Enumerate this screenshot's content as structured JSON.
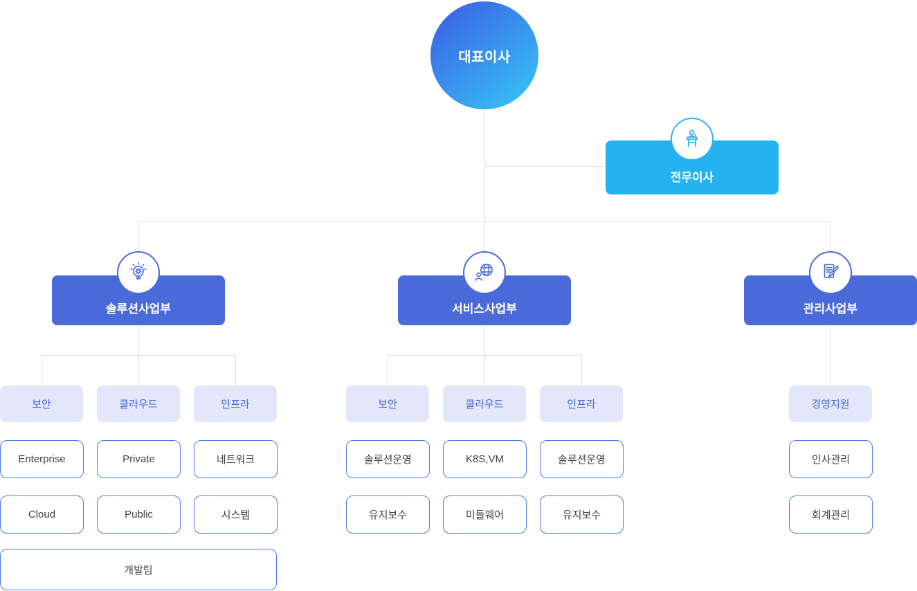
{
  "colors": {
    "ceo_gradient_start": "#3b6be7",
    "ceo_gradient_end": "#38bdf4",
    "executive_box": "#24b2f0",
    "division_box": "#4a6ad9",
    "team_box_bg": "#e3e7f9",
    "team_text": "#4566d8",
    "member_border": "#4a77e8",
    "member_text": "#3f3f3f",
    "connector_line": "#e1e1e1"
  },
  "chart": {
    "ceo": "대표이사",
    "executive": "전무이사",
    "divisions": [
      {
        "label": "솔루션사업부",
        "icon": "lightbulb-gear-icon",
        "teams": [
          "보안",
          "클라우드",
          "인프라"
        ],
        "rows": [
          [
            "Enterprise",
            "Private",
            "네트워크"
          ],
          [
            "Cloud",
            "Public",
            "시스템"
          ]
        ],
        "wide_team": "개발팀"
      },
      {
        "label": "서비스사업부",
        "icon": "globe-user-icon",
        "teams": [
          "보안",
          "클라우드",
          "인프라"
        ],
        "rows": [
          [
            "솔루션운영",
            "K8S,VM",
            "솔루션운영"
          ],
          [
            "유지보수",
            "미들웨어",
            "유지보수"
          ]
        ]
      },
      {
        "label": "관리사업부",
        "icon": "document-pen-icon",
        "teams": [
          "경영지원"
        ],
        "rows": [
          [
            "인사관리"
          ],
          [
            "회계관리"
          ]
        ]
      }
    ],
    "executive_icon": "podium-speaker-icon"
  }
}
